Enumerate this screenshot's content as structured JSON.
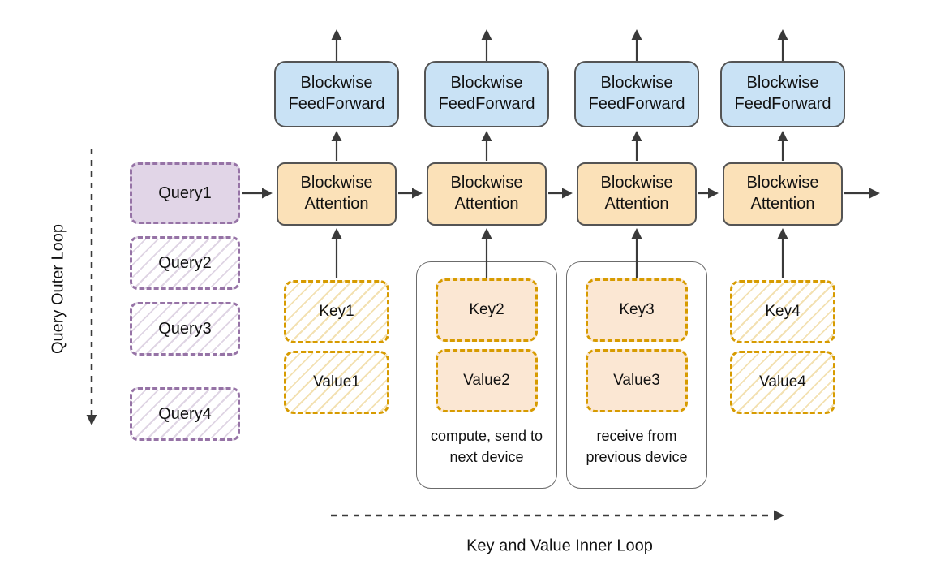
{
  "diagram": {
    "left_axis_label": "Query Outer Loop",
    "bottom_axis_label": "Key and Value Inner Loop",
    "queries": [
      "Query1",
      "Query2",
      "Query3",
      "Query4"
    ],
    "columns": [
      {
        "feedforward": "Blockwise FeedForward",
        "attention": "Blockwise Attention",
        "key": "Key1",
        "value": "Value1",
        "caption": ""
      },
      {
        "feedforward": "Blockwise FeedForward",
        "attention": "Blockwise Attention",
        "key": "Key2",
        "value": "Value2",
        "caption": "compute, send to next device"
      },
      {
        "feedforward": "Blockwise FeedForward",
        "attention": "Blockwise Attention",
        "key": "Key3",
        "value": "Value3",
        "caption": "receive from previous device"
      },
      {
        "feedforward": "Blockwise FeedForward",
        "attention": "Blockwise Attention",
        "key": "Key4",
        "value": "Value4",
        "caption": ""
      }
    ],
    "colors": {
      "feedforward_fill": "#c9e2f5",
      "attention_fill": "#fbe1b8",
      "kv_fill": "#fbe7d3",
      "kv_border": "#d79b00",
      "query_fill": "#e1d5e7",
      "query_border": "#9673a6",
      "box_border": "#545454",
      "arrow": "#3a3a3a"
    }
  }
}
